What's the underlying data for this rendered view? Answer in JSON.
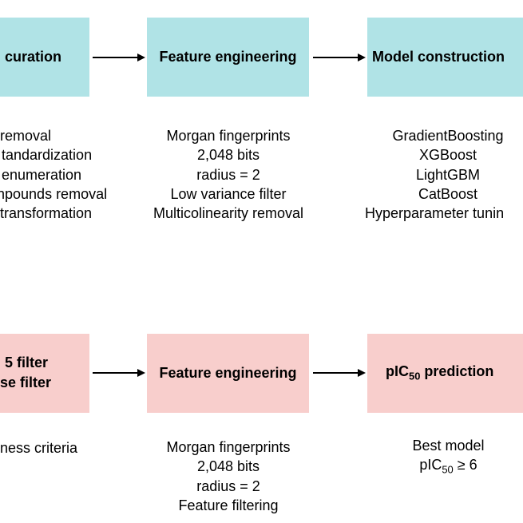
{
  "row1": {
    "boxes": [
      {
        "label": "curation"
      },
      {
        "label": "Feature engineering"
      },
      {
        "label": "Model construction"
      }
    ],
    "lists": [
      [
        "removal",
        "tandardization",
        "enumeration",
        "npounds removal",
        " transformation"
      ],
      [
        "Morgan fingerprints",
        "2,048 bits",
        "radius = 2",
        "Low variance filter",
        "Multicolinearity removal"
      ],
      [
        "GradientBoosting",
        "XGBoost",
        "LightGBM",
        "CatBoost",
        "Hyperparameter tunin"
      ]
    ]
  },
  "row2": {
    "boxes": [
      {
        "line1": "5 filter",
        "line2": "se filter"
      },
      {
        "label": "Feature engineering"
      },
      {
        "pre": "pIC",
        "sub": "50",
        "post": " prediction"
      }
    ],
    "lists": {
      "left": [
        "ness criteria"
      ],
      "middle": [
        "Morgan fingerprints",
        "2,048 bits",
        "radius = 2",
        "Feature filtering"
      ],
      "right": {
        "line1": "Best model",
        "line2_pre": "pIC",
        "line2_sub": "50",
        "line2_post": " ≥ 6"
      }
    }
  },
  "colors": {
    "cyan_box": "#b0e3e6",
    "pink_box": "#f8cecc",
    "arrow": "#000000"
  }
}
